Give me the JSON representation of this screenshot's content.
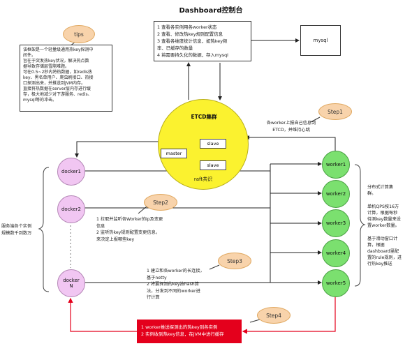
{
  "title": "Dashboard控制台",
  "dashboard_lines": [
    "1 查看各实例用各worker状态",
    "2 查看、修改热key规则配置信息",
    "3 查看各维度统计信息，如热key频",
    "   率、已缓存的数量",
    "4 将需要持久化的数据，存入mysql"
  ],
  "mysql_label": "mysql",
  "tips_label": "tips",
  "tips_lines": [
    "该框架是一个轻量级通用热key探测中",
    "间件。",
    "旨在于突发热key状况，解决热点数",
    "据导致存储层雪崩难题。",
    "可在0.5~2秒内将热数据，如redis热",
    "key、黑名单用户、爬虫刷接口、热接",
    "口探测出来，并推送到JVM内存。",
    "直接将热数据在server层内存进行缓",
    "存，极大地减少对下游服务、redis、",
    "mysql等的冲击。"
  ],
  "etcd": {
    "label": "ETCD集群",
    "master": "master",
    "slave1": "slave",
    "slave2": "slave",
    "raft": "raft共识"
  },
  "steps": {
    "step1": "Step1",
    "step2": "Step2",
    "step3": "Step3",
    "step4": "Step4"
  },
  "step1_text": [
    "各worker上报自己信息到",
    "ETCD，并维持心跳"
  ],
  "step2_text": [
    "1 拉取并监听各Worker的ip及变更",
    "信息",
    "2 监听热key规则配置变更信息，",
    "来决定上报哪些key"
  ],
  "step3_text": [
    "1 建立和各worker的长连接，",
    "基于netty",
    "2 将要探测的key按hash算",
    "法，分发到不同的worker进",
    "行计算"
  ],
  "step4_text": [
    "1 worker推送探测出的热key到各实例",
    "2 实例收到热key信息，在JVM中进行缓存"
  ],
  "dockers": [
    "docker1",
    "docker2"
  ],
  "dockerN": [
    "docker",
    "N"
  ],
  "workers": [
    "worker1",
    "worker2",
    "worker3",
    "worker4",
    "worker5"
  ],
  "left_note": [
    "服务端各个实例",
    "规模数千到数万"
  ],
  "right_note": [
    "分布式计算集",
    "群。",
    "",
    "单机QPS按16万",
    "计算，根据每秒",
    "待测key数量来设",
    "置worker数量。",
    "",
    "基于滑动窗口计",
    "算，根据",
    "dashboard里配",
    "置的rule规则，进",
    "行热key推送"
  ]
}
